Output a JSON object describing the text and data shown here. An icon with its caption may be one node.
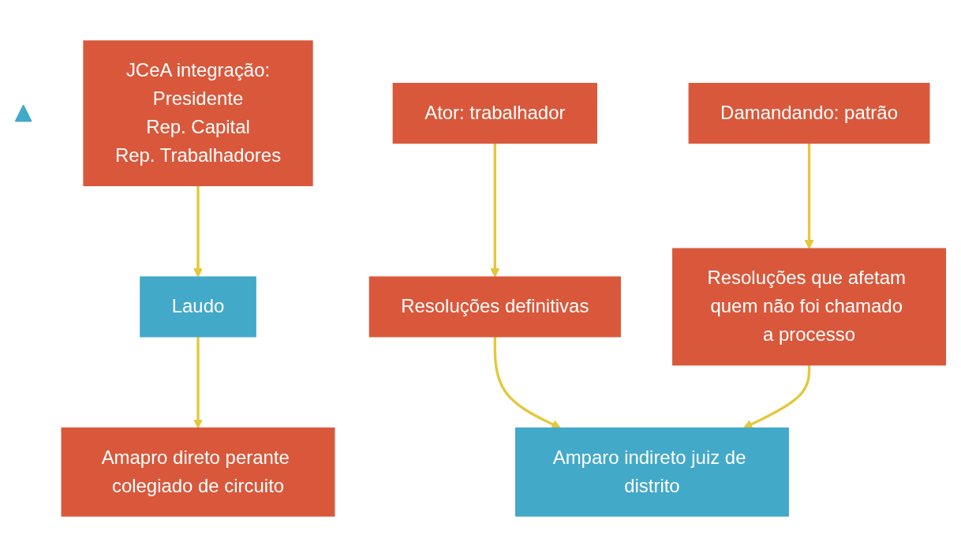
{
  "diagram": {
    "nodes": [
      {
        "text": [],
        "shape": "triangle"
      },
      {
        "text": [
          "JCeA integração:",
          "Presidente",
          "Rep. Capital",
          "Rep. Trabalhadores"
        ]
      },
      {
        "text": [
          "Ator: trabalhador"
        ]
      },
      {
        "text": [
          "Damandando: patrão"
        ]
      },
      {
        "text": [
          "Laudo"
        ]
      },
      {
        "text": [
          "Resoluções definitivas"
        ]
      },
      {
        "text": [
          "Resoluções que afetam quem não foi chamado a processo"
        ]
      },
      {
        "text": [
          "Amparo indireto juiz de distrito"
        ]
      },
      {
        "text": [
          "Amapro direto perante colegiado de circuito"
        ]
      }
    ],
    "edges": [
      {
        "from": 1,
        "to": 4,
        "arrow": "to"
      },
      {
        "from": 2,
        "to": 5,
        "arrow": "to"
      },
      {
        "from": 3,
        "to": 6,
        "arrow": "to"
      },
      {
        "from": 5,
        "to": 7,
        "arrow": "to"
      },
      {
        "from": 6,
        "to": 7,
        "arrow": "to"
      },
      {
        "from": 4,
        "to": 8,
        "arrow": "to"
      }
    ]
  }
}
